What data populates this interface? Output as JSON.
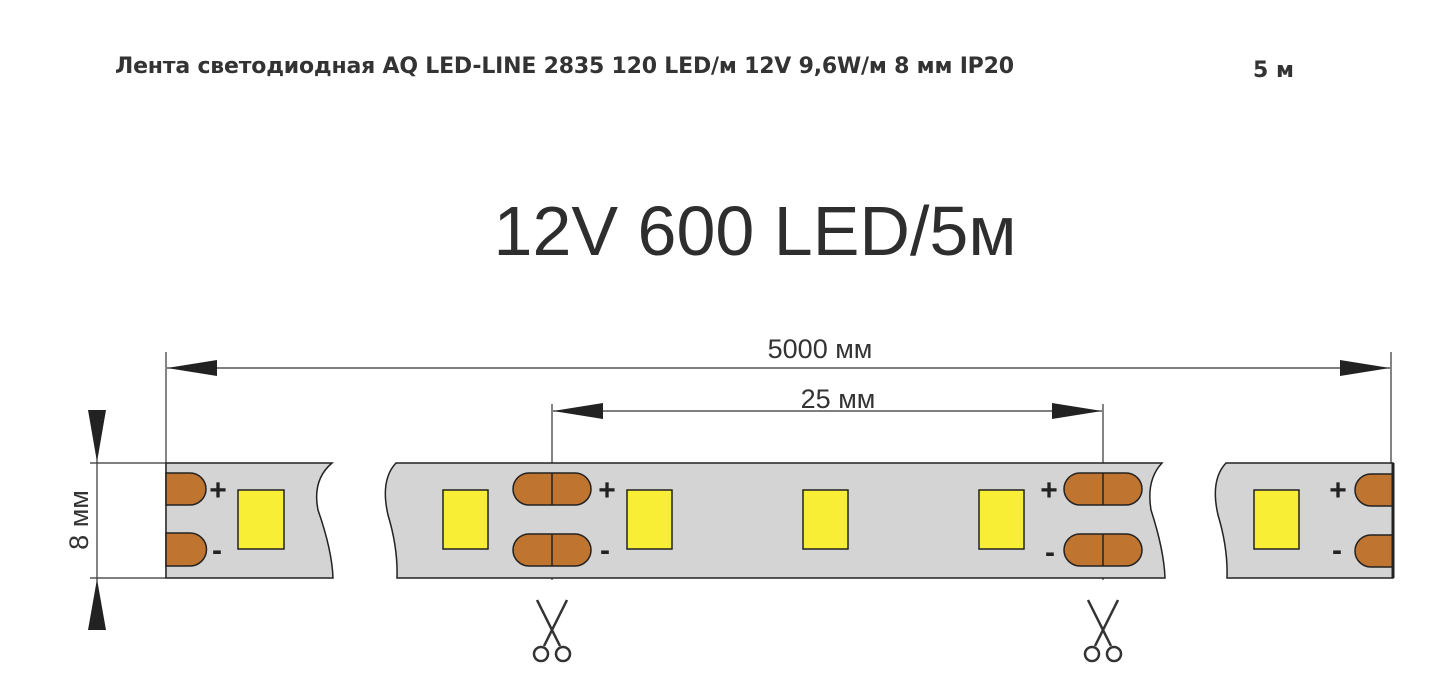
{
  "product": {
    "title": "Лента светодиодная AQ LED-LINE 2835 120 LED/м 12V 9,6W/м 8 мм IP20",
    "length": "5 м"
  },
  "diagram": {
    "heading": "12V 600 LED/5м",
    "total_length_label": "5000 мм",
    "segment_length_label": "25 мм",
    "width_label": "8 мм",
    "plus": "+",
    "minus": "-",
    "colors": {
      "strip": "#d4d4d4",
      "pad": "#bf742f",
      "led": "#f7ee35",
      "line": "#222222"
    },
    "icons": [
      "scissors-icon",
      "scissors-icon"
    ]
  }
}
